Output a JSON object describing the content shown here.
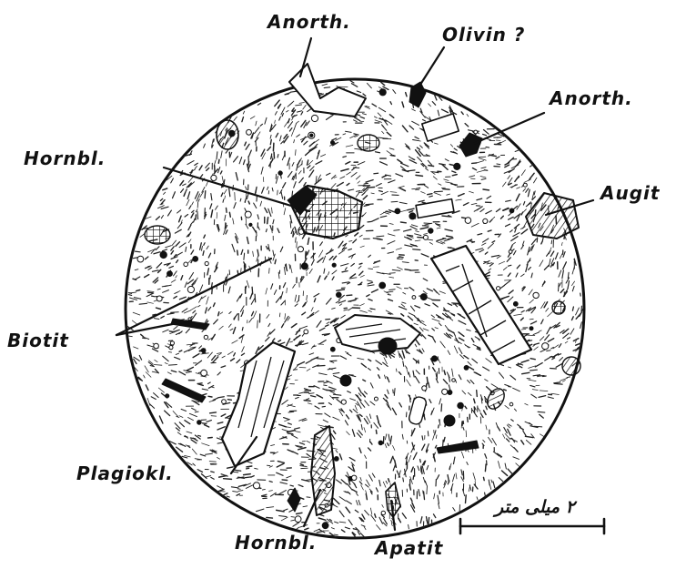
{
  "labels": {
    "anorth_top": "Anorth.",
    "olivin": "Olivin ?",
    "anorth_right": "Anorth.",
    "hornbl_left": "Hornbl.",
    "augit": "Augit",
    "biotit": "Biotit",
    "plagiokl": "Plagiokl.",
    "hornbl_bottom": "Hornbl.",
    "apatit": "Apatit"
  },
  "scale_bar": {
    "label": "۲ میلی متر"
  },
  "colors": {
    "ink": "#111111",
    "paper": "#ffffff"
  }
}
